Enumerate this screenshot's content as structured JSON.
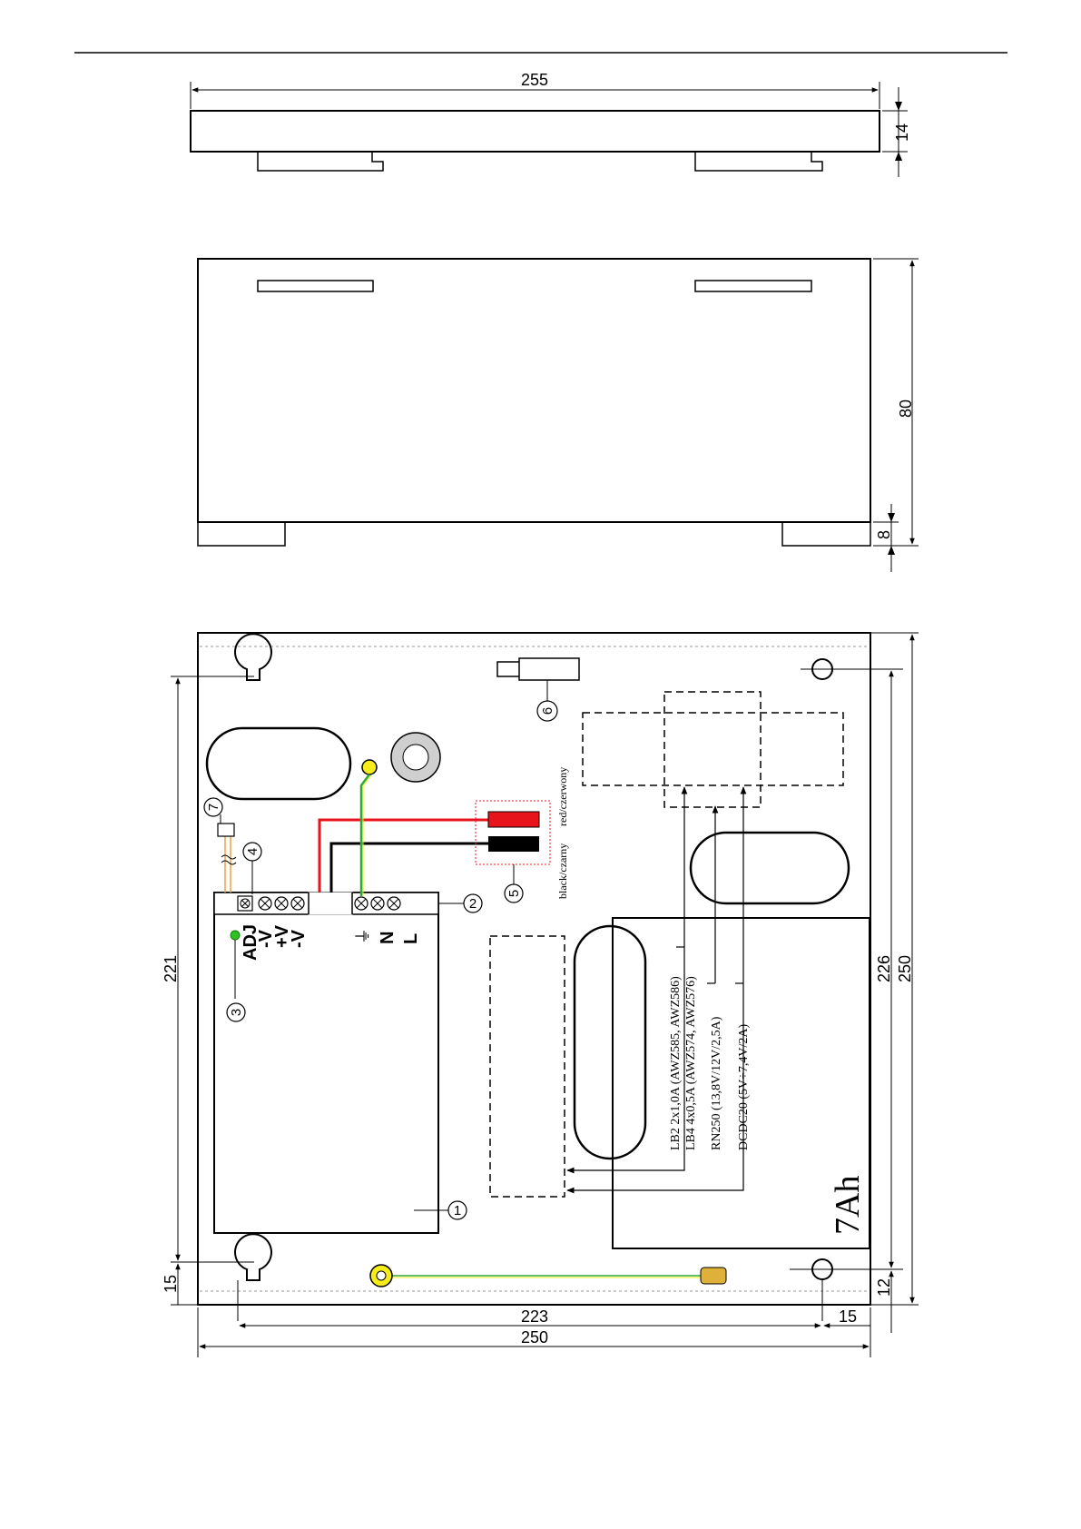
{
  "top_view": {
    "width_label": "255",
    "height_label": "14"
  },
  "front_view": {
    "height_label": "80",
    "feet_label": "8"
  },
  "main_view": {
    "dims": {
      "left_vertical": "221",
      "left_bottom": "15",
      "right_inner": "226",
      "right_outer": "250",
      "right_bottom": "12",
      "bottom_inner": "223",
      "bottom_right": "15",
      "bottom_outer": "250"
    },
    "terminals": {
      "adj": "ADJ",
      "minus1": "-V",
      "plus": "+V",
      "minus2": "-V",
      "ground": "⏚",
      "n": "N",
      "l": "L"
    },
    "wire_labels": {
      "red": "red/czerwony",
      "black": "black/czarny"
    },
    "module_labels": [
      "LB2 2x1,0A (AWZ585, AWZ586)",
      "LB4 4x0,5A (AWZ574, AWZ576)",
      "RN250 (13,8V/12V/2,5A)",
      "DCDC20 (5V÷7,4V/2A)"
    ],
    "battery": "7Ah",
    "callouts": [
      "1",
      "2",
      "3",
      "4",
      "5",
      "6",
      "7"
    ]
  },
  "colors": {
    "red_wire": "#e8141b",
    "black_wire": "#000000",
    "green_wire": "#2ea836",
    "yellow": "#f5ec1a",
    "led": "#2cc31f"
  }
}
